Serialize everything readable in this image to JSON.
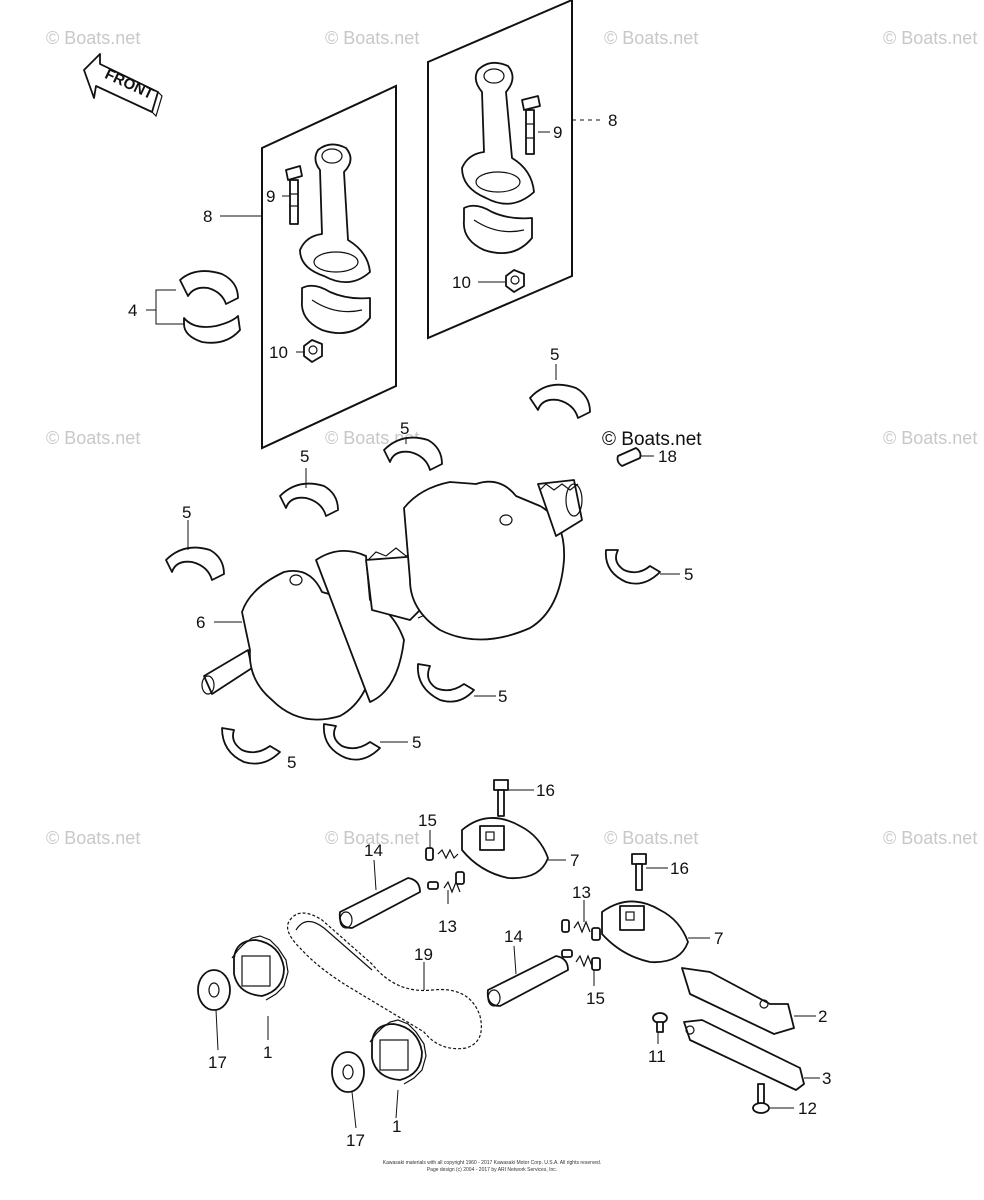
{
  "watermark": "© Boats.net",
  "brand_mark": "© Boats.net",
  "front_arrow_text": "FRONT",
  "callouts": {
    "c8a": "8",
    "c9a": "9",
    "c10a": "10",
    "c4": "4",
    "c8b": "8",
    "c9b": "9",
    "c10b": "10",
    "c5a": "5",
    "c5b": "5",
    "c5c": "5",
    "c5d": "5",
    "c5e": "5",
    "c5f": "5",
    "c5g": "5",
    "c5h": "5",
    "c18": "18",
    "c6": "6",
    "c16a": "16",
    "c16b": "16",
    "c15a": "15",
    "c15b": "15",
    "c7a": "7",
    "c7b": "7",
    "c14a": "14",
    "c14b": "14",
    "c13a": "13",
    "c13b": "13",
    "c19": "19",
    "c2": "2",
    "c3": "3",
    "c11": "11",
    "c12": "12",
    "c17a": "17",
    "c17b": "17",
    "c1a": "1",
    "c1b": "1"
  },
  "footer": {
    "line1": "Kawasaki materials with all copyright 1960 - 2017  Kawasaki Motor Corp. U.S.A.  All rights reserved.",
    "line2": "Page design (c) 2004 - 2017 by ARI Network Services, Inc."
  }
}
